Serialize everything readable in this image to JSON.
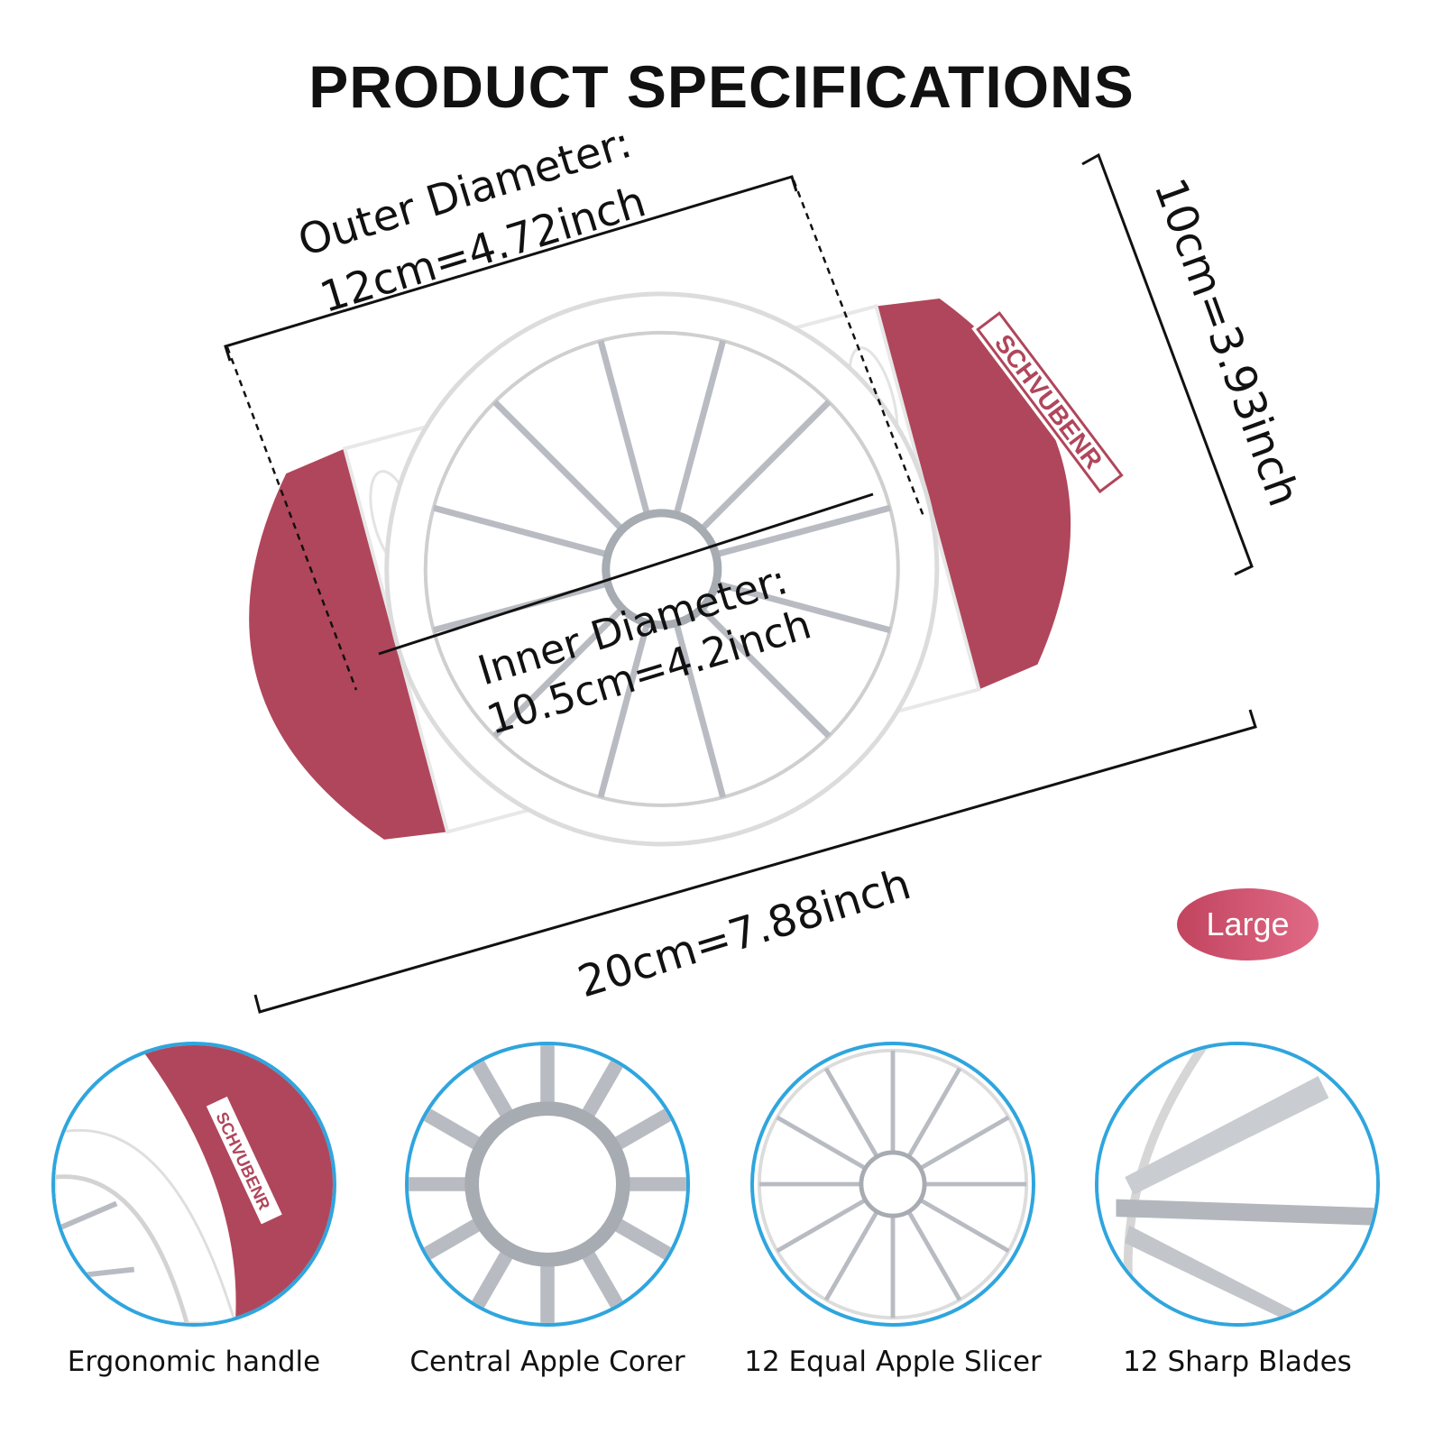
{
  "page": {
    "title": "PRODUCT SPECIFICATIONS"
  },
  "brand": {
    "logo_text": "SCHVUBENR"
  },
  "dimensions": {
    "outer_label": "Outer Diameter:",
    "outer_value": "12cm=4.72inch",
    "inner_label": "Inner Diameter:",
    "inner_value": "10.5cm=4.2inch",
    "length_value": "20cm=7.88inch",
    "width_value": "10cm=3.93inch"
  },
  "size_badge": {
    "label": "Large"
  },
  "features": [
    {
      "label": "Ergonomic handle",
      "icon": "handle-closeup-icon"
    },
    {
      "label": "Central Apple Corer",
      "icon": "corer-closeup-icon"
    },
    {
      "label": "12 Equal Apple Slicer",
      "icon": "slicer-closeup-icon"
    },
    {
      "label": "12 Sharp Blades",
      "icon": "blades-closeup-icon"
    }
  ],
  "colors": {
    "handle": "#b0465b",
    "circle_border": "#2fa5de",
    "badge": "#d65876",
    "blade": "#b8bcc2"
  }
}
